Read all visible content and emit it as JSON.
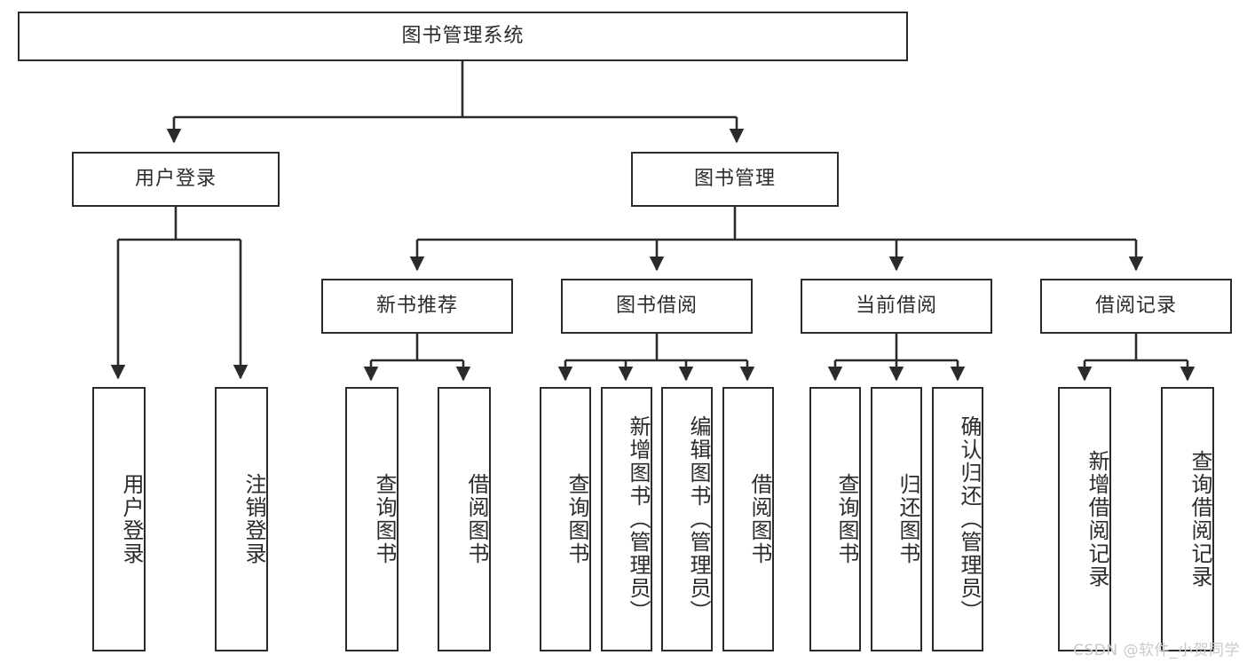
{
  "diagram": {
    "title": "图书管理系统",
    "type": "hierarchy-tree",
    "watermark": "CSDN @软件_小贺同学",
    "colors": {
      "stroke": "#2b2b2b",
      "fill": "#ffffff",
      "text": "#2b2b2b",
      "watermark": "#c9c9c9"
    }
  },
  "nodes": {
    "root": {
      "label": "图书管理系统"
    },
    "level2": [
      {
        "id": "user-login",
        "label": "用户登录"
      },
      {
        "id": "book-manage",
        "label": "图书管理"
      }
    ],
    "level3": [
      {
        "id": "new-book-rec",
        "label": "新书推荐"
      },
      {
        "id": "book-borrow",
        "label": "图书借阅"
      },
      {
        "id": "current-borrow",
        "label": "当前借阅"
      },
      {
        "id": "borrow-record",
        "label": "借阅记录"
      }
    ],
    "leaves": {
      "user-login": [
        {
          "id": "leaf-user-login",
          "label": "用户登录"
        },
        {
          "id": "leaf-logout",
          "label": "注销登录"
        }
      ],
      "new-book-rec": [
        {
          "id": "leaf-query-book-1",
          "label": "查询图书"
        },
        {
          "id": "leaf-borrow-book-1",
          "label": "借阅图书"
        }
      ],
      "book-borrow": [
        {
          "id": "leaf-query-book-2",
          "label": "查询图书"
        },
        {
          "id": "leaf-add-book",
          "label": "新增图书（管理员）"
        },
        {
          "id": "leaf-edit-book",
          "label": "编辑图书（管理员）"
        },
        {
          "id": "leaf-borrow-book-2",
          "label": "借阅图书"
        }
      ],
      "current-borrow": [
        {
          "id": "leaf-query-book-3",
          "label": "查询图书"
        },
        {
          "id": "leaf-return-book",
          "label": "归还图书"
        },
        {
          "id": "leaf-confirm-return",
          "label": "确认归还（管理员）"
        }
      ],
      "borrow-record": [
        {
          "id": "leaf-add-record",
          "label": "新增借阅记录"
        },
        {
          "id": "leaf-query-record",
          "label": "查询借阅记录"
        }
      ]
    }
  }
}
